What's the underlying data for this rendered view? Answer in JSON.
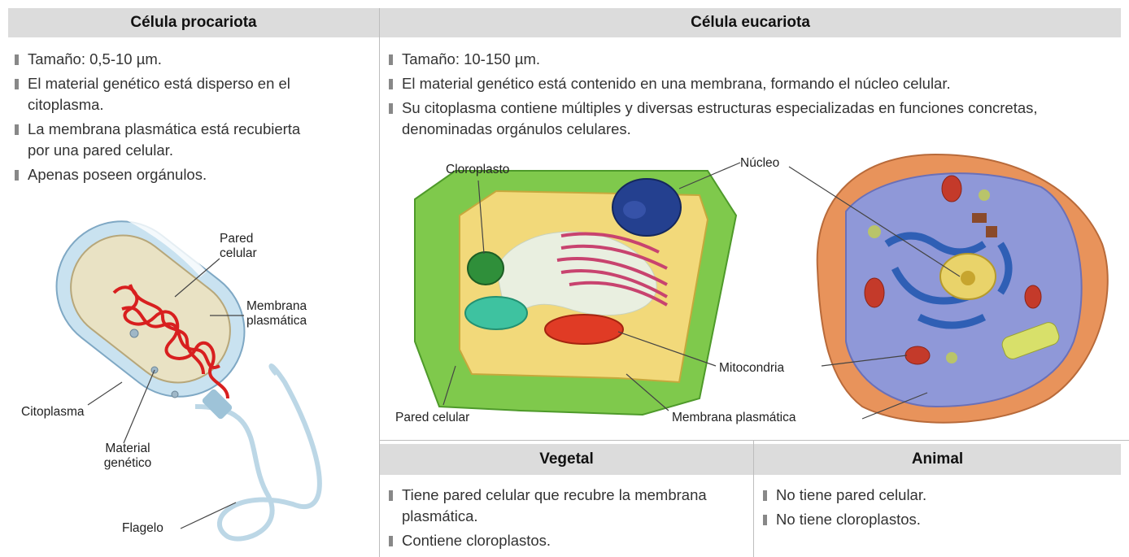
{
  "left": {
    "title": "Célula procariota",
    "bullets": [
      "Tamaño: 0,5-10 µm.",
      "El material genético está disperso en el citoplasma.",
      "La membrana plasmática está recubierta por una pared celular.",
      "Apenas poseen orgánulos."
    ],
    "labels": {
      "pared": "Pared celular",
      "membrana": "Membrana plasmática",
      "citoplasma": "Citoplasma",
      "material": "Material genético",
      "flagelo": "Flagelo"
    }
  },
  "right": {
    "title": "Célula eucariota",
    "bullets": [
      "Tamaño: 10-150 µm.",
      "El material genético está contenido en una membrana, formando el núcleo celular.",
      "Su citoplasma contiene múltiples y diversas estructuras especializadas en funciones concretas, denominadas orgánulos celulares."
    ],
    "labels": {
      "cloroplasto": "Cloroplasto",
      "nucleo": "Núcleo",
      "mitocondria": "Mitocondria",
      "pared": "Pared celular",
      "membrana": "Membrana plasmática"
    }
  },
  "vegetal": {
    "title": "Vegetal",
    "bullets": [
      "Tiene pared celular que recubre la membrana plasmática.",
      "Contiene cloroplastos."
    ]
  },
  "animal": {
    "title": "Animal",
    "bullets": [
      "No tiene pared celular.",
      "No tiene cloroplastos."
    ]
  }
}
